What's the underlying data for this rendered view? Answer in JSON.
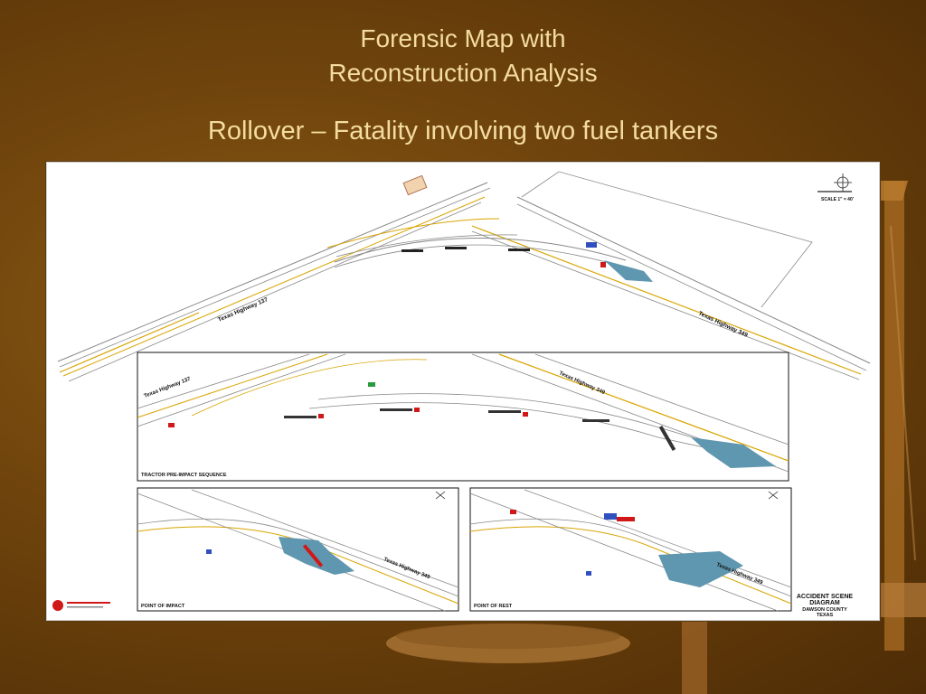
{
  "slide": {
    "title_line1": "Forensic Map with",
    "title_line2": "Reconstruction Analysis",
    "subtitle": "Rollover – Fatality involving two fuel tankers"
  },
  "map": {
    "top": {
      "road_a": "Texas Highway 137",
      "road_b": "Texas Highway 349",
      "scale": "SCALE 1\" = 40'"
    },
    "sequence": {
      "road_a": "Texas Highway 137",
      "road_b": "Texas Highway 349",
      "caption": "TRACTOR PRE-IMPACT SEQUENCE"
    },
    "impact": {
      "road": "Texas Highway 349",
      "caption": "POINT OF IMPACT"
    },
    "rest": {
      "road": "Texas Highway 349",
      "caption": "POINT OF REST"
    },
    "legend": {
      "line1": "ACCIDENT SCENE",
      "line2": "DIAGRAM",
      "line3": "DAWSON COUNTY",
      "line4": "TEXAS"
    }
  },
  "colors": {
    "background": "#6e430c",
    "title_text": "#f4dca0",
    "road_centerline": "#d9a400",
    "tanker_fill": "#5f97b0",
    "vehicle_red": "#d01818"
  }
}
